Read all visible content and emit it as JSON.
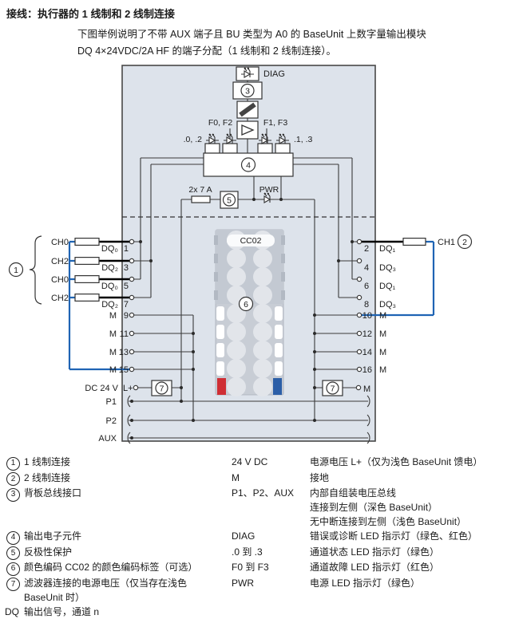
{
  "title": "接线：执行器的 1 线制和 2 线制连接",
  "intro": {
    "line1": "下图举例说明了不带 AUX 端子且 BU 类型为 A0 的 BaseUnit 上数字量输出模块",
    "line2": "DQ 4×24VDC/2A HF 的端子分配（1 线制和 2 线制连接）。"
  },
  "diagram": {
    "labels": {
      "diag": "DIAG",
      "f02": "F0, F2",
      "f13": "F1, F3",
      "led_left": ".0, .2",
      "led_right": ".1, .3",
      "fuse": "2x 7 A",
      "pwr": "PWR",
      "cc02": "CC02",
      "dc24v": "DC 24 V",
      "lplus": "L+",
      "p1": "P1",
      "p2": "P2",
      "aux": "AUX",
      "m_box7": "M",
      "ch1": "CH1"
    },
    "circled": {
      "c1": "1",
      "c2": "2",
      "c3": "3",
      "c4": "4",
      "c5": "5",
      "c6": "6",
      "c7": "7"
    },
    "left_channels": [
      {
        "ch": "CH0",
        "label": "DQ₀",
        "num": "1"
      },
      {
        "ch": "CH2",
        "label": "DQ₂",
        "num": "3"
      },
      {
        "ch": "CH0",
        "label": "DQ₀",
        "num": "5"
      },
      {
        "ch": "CH2",
        "label": "DQ₂",
        "num": "7"
      }
    ],
    "left_m": [
      {
        "label": "M",
        "num": "9"
      },
      {
        "label": "M",
        "num": "11"
      },
      {
        "label": "M",
        "num": "13"
      },
      {
        "label": "M",
        "num": "15"
      }
    ],
    "right_channels": [
      {
        "num": "2",
        "label": "DQ₁"
      },
      {
        "num": "4",
        "label": "DQ₃"
      },
      {
        "num": "6",
        "label": "DQ₁"
      },
      {
        "num": "8",
        "label": "DQ₃"
      }
    ],
    "right_m": [
      {
        "num": "10",
        "label": "M"
      },
      {
        "num": "12",
        "label": "M"
      },
      {
        "num": "14",
        "label": "M"
      },
      {
        "num": "16",
        "label": "M"
      }
    ]
  },
  "legend": {
    "rows": [
      {
        "sym": "1",
        "desc": "1 线制连接",
        "term": "24 V DC",
        "term_desc": "电源电压 L+（仅为浅色 BaseUnit 馈电）"
      },
      {
        "sym": "2",
        "desc": "2 线制连接",
        "term": "M",
        "term_desc": "接地"
      },
      {
        "sym": "3",
        "desc": "背板总线接口",
        "term": "P1、P2、AUX",
        "term_desc": "内部自组装电压总线\n连接到左侧（深色 BaseUnit）\n无中断连接到左侧（浅色 BaseUnit）"
      },
      {
        "sym": "4",
        "desc": "输出电子元件",
        "term": "DIAG",
        "term_desc": "错误或诊断 LED 指示灯（绿色、红色）"
      },
      {
        "sym": "5",
        "desc": "反极性保护",
        "term": ".0 到 .3",
        "term_desc": "通道状态 LED 指示灯（绿色）"
      },
      {
        "sym": "6",
        "desc": "颜色编码 CC02 的颜色编码标签（可选）",
        "term": "F0 到 F3",
        "term_desc": "通道故障 LED 指示灯（红色）"
      },
      {
        "sym": "7",
        "desc": "滤波器连接的电源电压（仅当存在浅色 BaseUnit 时）",
        "term": "PWR",
        "term_desc": "电源 LED 指示灯（绿色）"
      },
      {
        "sym": "DQ",
        "desc": "输出信号，通道 n",
        "term": "",
        "term_desc": ""
      }
    ]
  }
}
